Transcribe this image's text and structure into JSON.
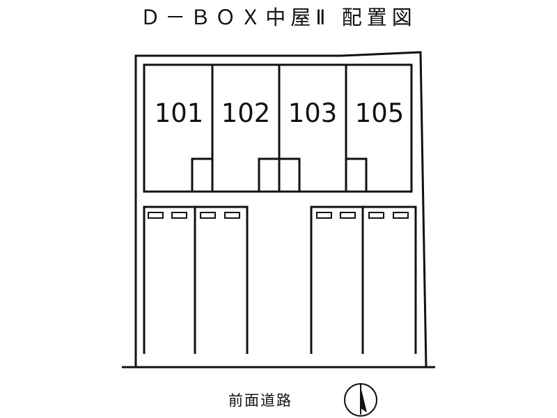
{
  "title": "Ｄ－ＢＯＸ中屋Ⅱ 配置図",
  "units": [
    {
      "label": "101"
    },
    {
      "label": "102"
    },
    {
      "label": "103"
    },
    {
      "label": "105"
    }
  ],
  "road_label": "前面道路",
  "north_arrow": {
    "icon": "north-arrow-icon"
  },
  "colors": {
    "line": "#111111",
    "background": "#ffffff"
  }
}
